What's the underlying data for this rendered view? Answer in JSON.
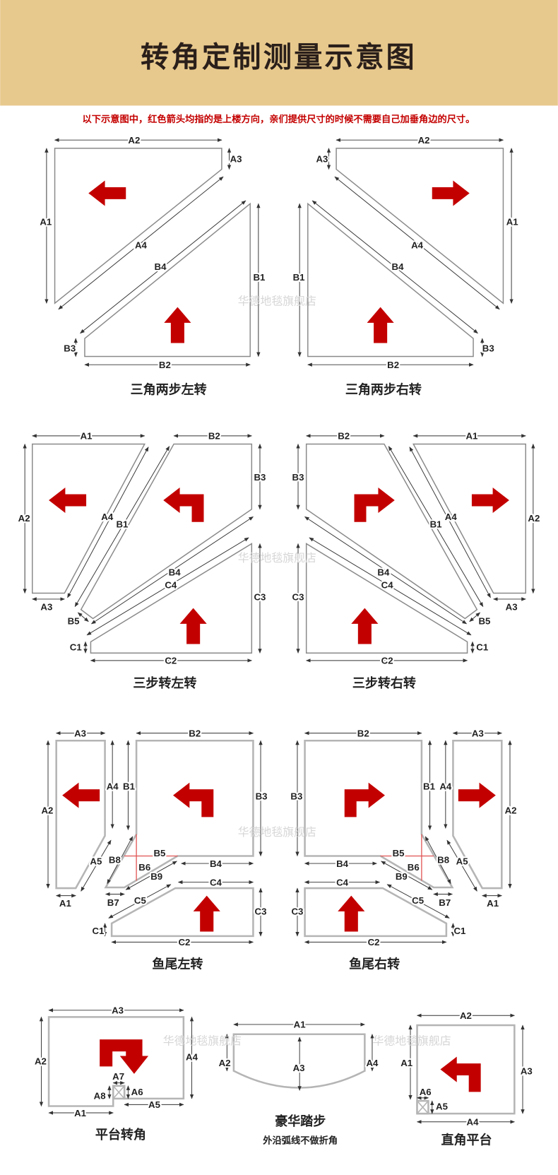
{
  "title": "转角定制测量示意图",
  "note": "以下示意图中，红色箭头均指的是上楼方向，亲们提供尺寸的时候不需要自己加垂角边的尺寸。",
  "watermark": "华德地毯旗舰店",
  "colors": {
    "header_bg": "#e8c98d",
    "arrow": "#c30000",
    "note": "#c40000"
  },
  "diagrams": [
    {
      "caption": "三角两步左转",
      "dims": [
        "A2",
        "A3",
        "A1",
        "A4",
        "B4",
        "B1",
        "B3",
        "B2"
      ]
    },
    {
      "caption": "三角两步右转",
      "dims": [
        "A2",
        "A3",
        "A1",
        "A4",
        "B4",
        "B1",
        "B3",
        "B2"
      ]
    },
    {
      "caption": "三步转左转",
      "dims": [
        "A1",
        "A2",
        "A3",
        "A4",
        "B2",
        "B3",
        "B1",
        "B5",
        "B4",
        "C4",
        "C3",
        "C1",
        "C2"
      ]
    },
    {
      "caption": "三步转右转",
      "dims": [
        "A1",
        "A2",
        "A3",
        "A4",
        "B2",
        "B3",
        "B1",
        "B5",
        "B4",
        "C4",
        "C3",
        "C1",
        "C2"
      ]
    },
    {
      "caption": "鱼尾左转",
      "dims": [
        "A3",
        "A2",
        "A4",
        "A5",
        "A1",
        "B2",
        "B3",
        "B1",
        "B8",
        "B5",
        "B6",
        "B9",
        "B4",
        "B7",
        "C4",
        "C5",
        "C3",
        "C1",
        "C2"
      ]
    },
    {
      "caption": "鱼尾右转",
      "dims": [
        "A3",
        "A2",
        "A4",
        "A5",
        "A1",
        "B2",
        "B3",
        "B1",
        "B8",
        "B5",
        "B6",
        "B9",
        "B4",
        "B7",
        "C4",
        "C5",
        "C3",
        "C1",
        "C2"
      ]
    },
    {
      "caption": "平台转角",
      "dims": [
        "A3",
        "A2",
        "A4",
        "A1",
        "A5",
        "A7",
        "A8",
        "A6"
      ]
    },
    {
      "caption": "豪华踏步",
      "subcaption": "外沿弧线不做折角",
      "dims": [
        "A1",
        "A2",
        "A4",
        "A3"
      ]
    },
    {
      "caption": "直角平台",
      "dims": [
        "A2",
        "A1",
        "A3",
        "A4",
        "A6",
        "A5"
      ]
    }
  ]
}
